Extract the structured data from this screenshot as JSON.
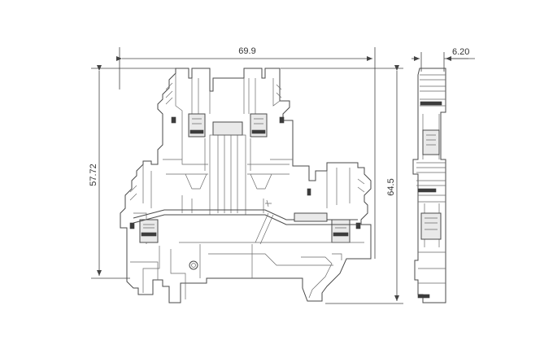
{
  "dimensions": {
    "width": "69.9",
    "height_inner": "57.72",
    "height_total": "64.5",
    "thickness": "6.20"
  }
}
